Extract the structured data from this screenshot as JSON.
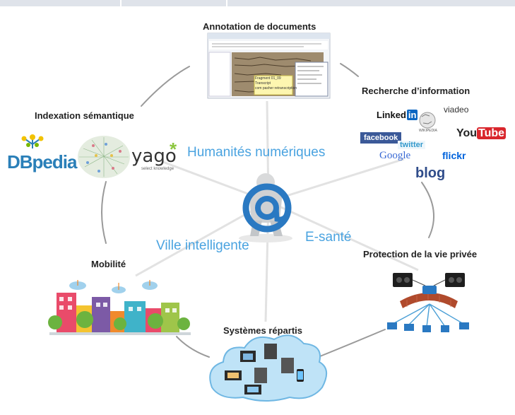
{
  "header_tabs": [
    "",
    "",
    ""
  ],
  "nodes": {
    "annotation": "Annotation de documents",
    "recherche": "Recherche d’information",
    "indexation": "Indexation sémantique",
    "protection": "Protection de la vie privée",
    "mobilite": "Mobilité",
    "systemes": "Systèmes répartis"
  },
  "themes": {
    "humanites": "Humanités numériques",
    "ville": "Ville intelligente",
    "esante": "E-santé"
  },
  "logos": {
    "dbpedia": "DBpedia",
    "yago": "yago",
    "yago_tag": "select knowledge",
    "linkedin": "Linked",
    "linkedin_in": "in",
    "viadeo": "viadeo",
    "wikipedia": "WIKIPEDIA",
    "facebook": "facebook",
    "twitter": "twitter",
    "youtube_you": "You",
    "youtube_tube": "Tube",
    "google": "Google",
    "flickr": "flickr",
    "blog": "blog"
  },
  "annotation_popup": {
    "line1": "Fragment 01_09",
    "line2": "Transcript",
    "line3": "com pasher retranscription"
  },
  "colors": {
    "theme_blue": "#4aa3e0",
    "arc_gray": "#9a9a9a",
    "spoke_gray": "#e2e2e2"
  }
}
